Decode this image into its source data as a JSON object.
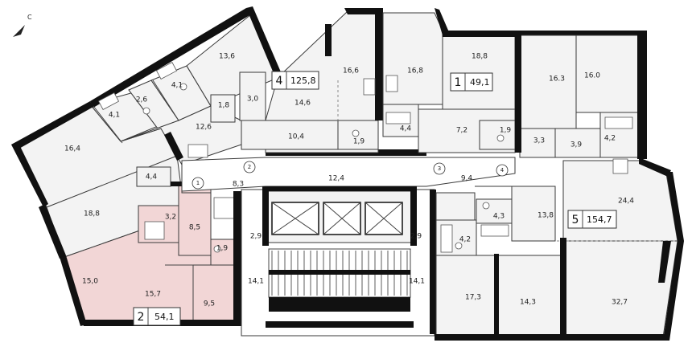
{
  "compass": {
    "label": "С"
  },
  "apartments": [
    {
      "number": "1",
      "area": "49,1"
    },
    {
      "number": "2",
      "area": "54,1"
    },
    {
      "number": "4",
      "area": "125,8"
    },
    {
      "number": "5",
      "area": "154,7"
    }
  ],
  "rooms": [
    {
      "area": "13,6"
    },
    {
      "area": "4,1"
    },
    {
      "area": "2,6"
    },
    {
      "area": "4,1"
    },
    {
      "area": "16,4"
    },
    {
      "area": "1,8"
    },
    {
      "area": "3,0"
    },
    {
      "area": "12,6"
    },
    {
      "area": "16,6"
    },
    {
      "area": "14,6"
    },
    {
      "area": "10,4"
    },
    {
      "area": "1,9"
    },
    {
      "area": "16,8"
    },
    {
      "area": "4,4"
    },
    {
      "area": "18,8"
    },
    {
      "area": "7,2"
    },
    {
      "area": "1,9"
    },
    {
      "area": "16.3"
    },
    {
      "area": "16.0"
    },
    {
      "area": "3,3"
    },
    {
      "area": "3,9"
    },
    {
      "area": "4,2"
    },
    {
      "area": "4,4"
    },
    {
      "area": "18,8"
    },
    {
      "area": "8,3"
    },
    {
      "area": "12,4"
    },
    {
      "area": "9,4"
    },
    {
      "area": "24,4"
    },
    {
      "area": "3,2"
    },
    {
      "area": "8,5"
    },
    {
      "area": "2,9"
    },
    {
      "area": "2,9"
    },
    {
      "area": "4,3"
    },
    {
      "area": "13,8"
    },
    {
      "area": "1,9"
    },
    {
      "area": "4,2"
    },
    {
      "area": "15,0"
    },
    {
      "area": "15,7"
    },
    {
      "area": "9,5"
    },
    {
      "area": "14,1"
    },
    {
      "area": "14,1"
    },
    {
      "area": "17,3"
    },
    {
      "area": "14,3"
    },
    {
      "area": "32,7"
    }
  ],
  "markers": [
    "1",
    "2",
    "3",
    "4"
  ]
}
